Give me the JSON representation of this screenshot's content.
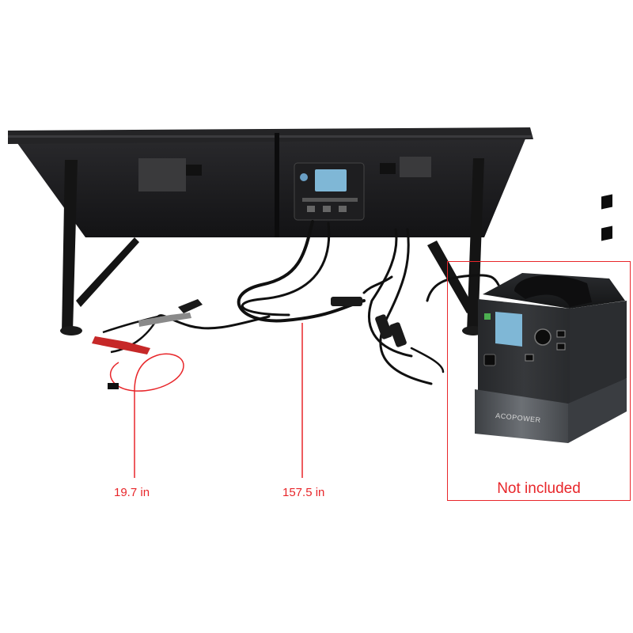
{
  "labels": {
    "cable_short": "19.7 in",
    "cable_long": "157.5 in",
    "not_included": "Not included"
  },
  "brand_logo_text": "ACOPOWER",
  "colors": {
    "annotation": "#e8262a",
    "panel": "#1c1c1e",
    "cable": "#101010",
    "station_body": "#55585c",
    "lcd": "#7fb7d6"
  }
}
